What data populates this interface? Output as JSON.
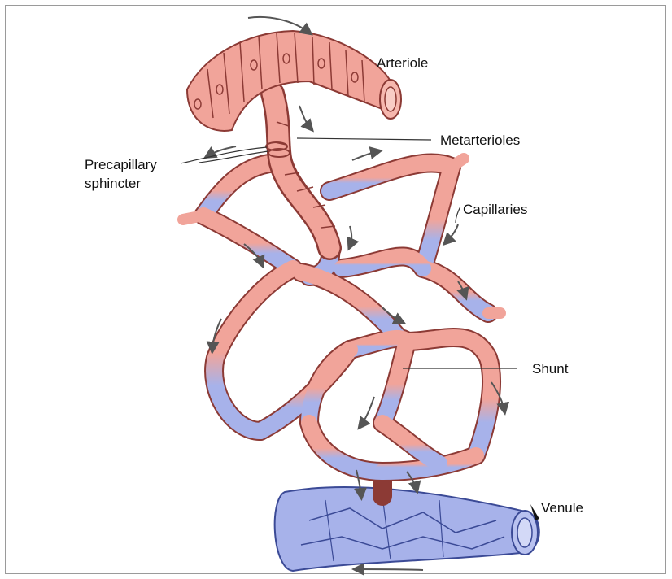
{
  "labels": {
    "arteriole": "Arteriole",
    "metarterioles": "Metarterioles",
    "precapillary_line1": "Precapillary",
    "precapillary_line2": "sphincter",
    "capillaries": "Capillaries",
    "shunt": "Shunt",
    "venule": "Venule"
  },
  "colors": {
    "arterial_fill": "#f1a49a",
    "arterial_stroke": "#8c3a35",
    "venous_fill": "#a7b2ea",
    "venous_stroke": "#3b4a96",
    "arrow": "#555555",
    "leader_line": "#333333"
  },
  "icons": {
    "flow_arrow": "curved-arrow-icon"
  }
}
